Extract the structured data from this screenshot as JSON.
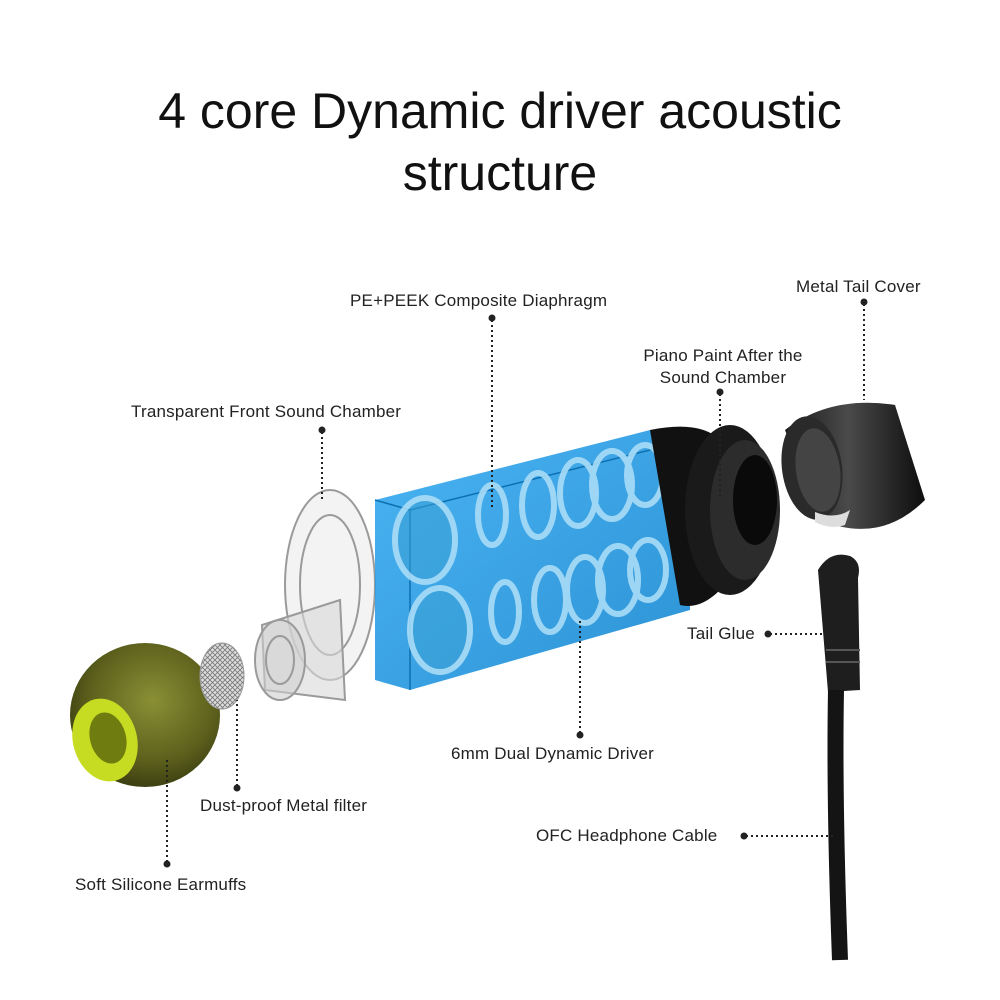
{
  "title": {
    "line1": "4 core Dynamic driver acoustic",
    "line2": "structure"
  },
  "labels": {
    "metal_tail_cover": "Metal Tail Cover",
    "pe_peek": "PE+PEEK Composite Diaphragm",
    "piano_paint_1": "Piano Paint After the",
    "piano_paint_2": "Sound Chamber",
    "transparent_front": "Transparent Front Sound Chamber",
    "tail_glue": "Tail Glue",
    "dual_driver": "6mm Dual Dynamic Driver",
    "dust_filter": "Dust-proof Metal filter",
    "ofc_cable": "OFC Headphone Cable",
    "earmuffs": "Soft Silicone Earmuffs"
  },
  "colors": {
    "chamber_blue": "#1e9be6",
    "eartip_green": "#6b6f24",
    "eartip_lime": "#d8ef2a",
    "leader": "#222222"
  }
}
